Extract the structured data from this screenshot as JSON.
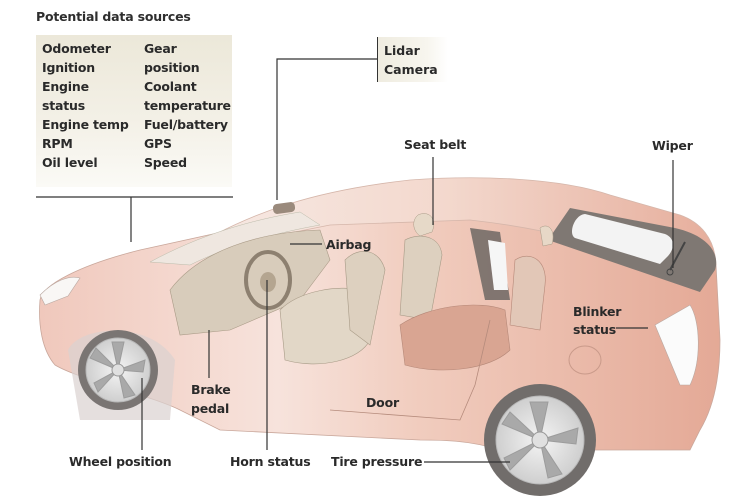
{
  "title": "Potential data sources",
  "sources": {
    "left_column": [
      "Odometer",
      "Ignition",
      "Engine",
      "status",
      "Engine temp",
      "RPM",
      "Oil level"
    ],
    "right_column": [
      "Gear",
      "position",
      "Coolant",
      "temperature",
      "Fuel/battery",
      "GPS",
      "Speed"
    ]
  },
  "callouts": {
    "lidar": "Lidar",
    "camera": "Camera",
    "seat_belt": "Seat belt",
    "wiper": "Wiper",
    "airbag": "Airbag",
    "blinker_1": "Blinker",
    "blinker_2": "status",
    "brake_1": "Brake",
    "brake_2": "pedal",
    "door": "Door",
    "wheel_position": "Wheel position",
    "horn_status": "Horn status",
    "tire_pressure": "Tire pressure"
  },
  "colors": {
    "body": "#e9b3a3",
    "body_light": "#f6ddd4",
    "interior": "#d8ccbb",
    "glass_frame": "#7d7773",
    "tire": "#6e6b69",
    "rim": "#e6e6e6",
    "leader_line": "#333333"
  }
}
